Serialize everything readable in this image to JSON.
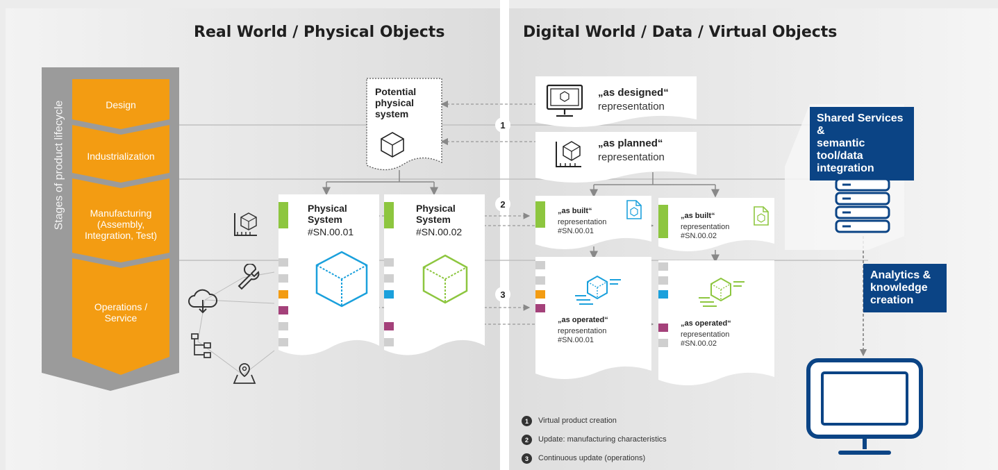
{
  "headings": {
    "left": "Real World / Physical Objects",
    "right": "Digital World / Data / Virtual Objects"
  },
  "lifecycle": {
    "vertical_label": "Stages of product lifecycle",
    "stages": [
      "Design",
      "Industrialization",
      "Manufacturing\n(Assembly,\nIntegration, Test)",
      "Operations /\nService"
    ]
  },
  "potential": {
    "title": "Potential\nphysical\nsystem"
  },
  "physical_systems": [
    {
      "title": "Physical\nSystem",
      "sn": "#SN.00.01",
      "color": "#1aa0dc"
    },
    {
      "title": "Physical\nSystem",
      "sn": "#SN.00.02",
      "color": "#8dc63f"
    }
  ],
  "reps": {
    "designed": {
      "title": "„as designed“",
      "sub": "representation"
    },
    "planned": {
      "title": "„as planned“",
      "sub": "representation"
    },
    "built": [
      {
        "title": "„as built“",
        "sub": "representation",
        "sn": "#SN.00.01"
      },
      {
        "title": "„as built“",
        "sub": "representation",
        "sn": "#SN.00.02"
      }
    ],
    "operated": [
      {
        "title": "„as operated“",
        "sub": "representation",
        "sn": "#SN.00.01"
      },
      {
        "title": "„as operated“",
        "sub": "representation",
        "sn": "#SN.00.02"
      }
    ]
  },
  "steps": [
    "1",
    "2",
    "3"
  ],
  "services": {
    "shared": "Shared Services &\nsemantic tool/data\nintegration",
    "analytics": "Analytics &\nknowledge\ncreation"
  },
  "legend": [
    {
      "num": "1",
      "text": "Virtual product creation"
    },
    {
      "num": "2",
      "text": "Update: manufacturing characteristics"
    },
    {
      "num": "3",
      "text": "Continuous update (operations)"
    }
  ],
  "colors": {
    "orange": "#f39c12",
    "green": "#8dc63f",
    "blue": "#1aa0dc",
    "magenta": "#a4417a",
    "navy": "#0b4485"
  }
}
